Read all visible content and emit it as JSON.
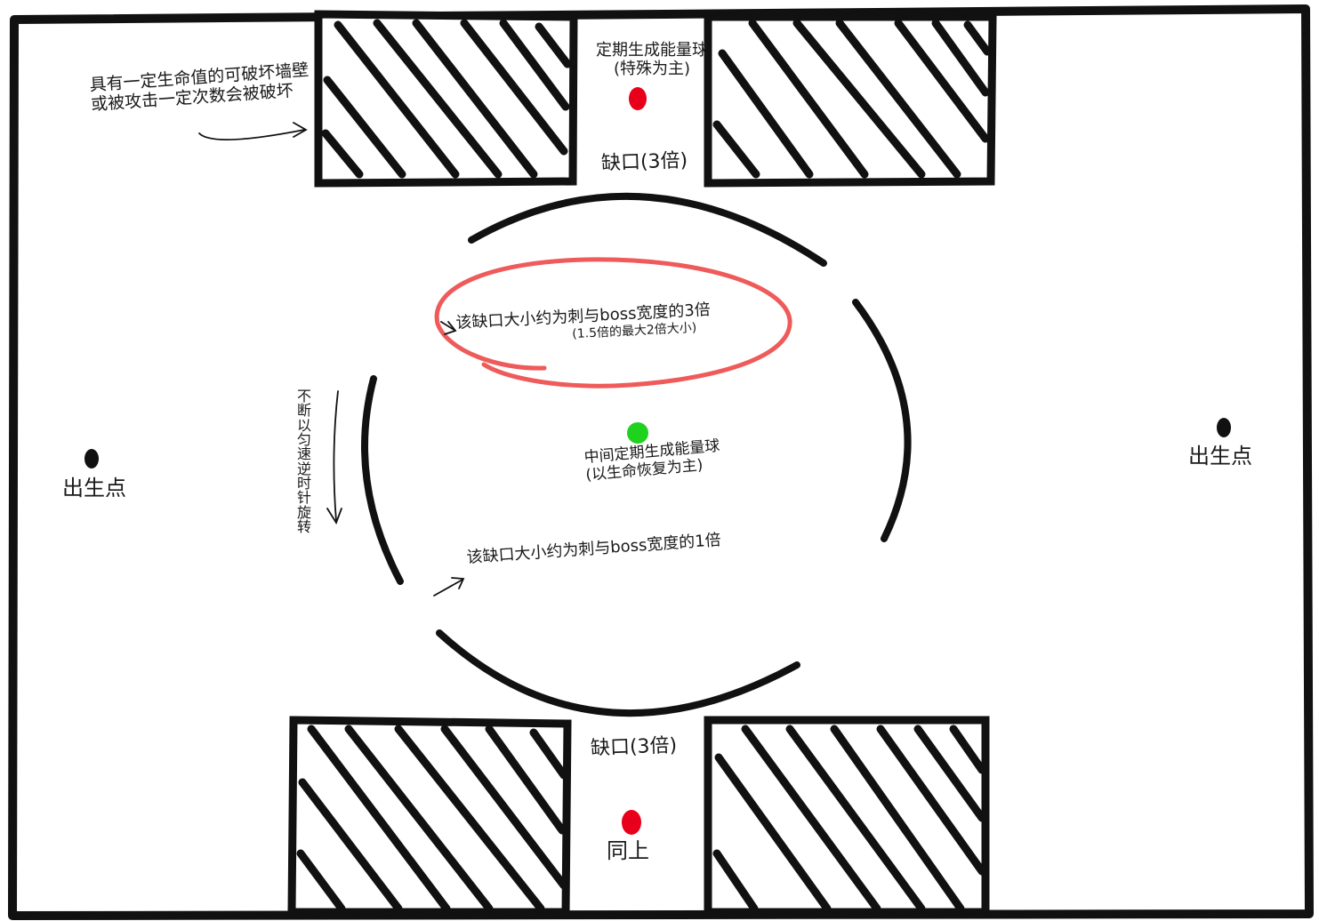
{
  "labels": {
    "wall_note_line1": "具有一定生命值的可破坏墙壁",
    "wall_note_line2": "或被攻击一定次数会被破坏",
    "top_orb_line1": "定期生成能量球",
    "top_orb_line2": "(特殊为主)",
    "gap_top": "缺口(3倍)",
    "gap_bottom": "缺口(3倍)",
    "gap3_note_line1": "该缺口大小约为刺与boss宽度的3倍",
    "gap3_note_line2": "(1.5倍的最大2倍大小)",
    "center_orb_line1": "中间定期生成能量球",
    "center_orb_line2": "(以生命恢复为主)",
    "gap1_note": "该缺口大小约为刺与boss宽度的1倍",
    "rotation_note": "不断以匀速逆时针旋转",
    "spawn_left": "出生点",
    "spawn_right": "出生点",
    "same_as_above": "同上"
  },
  "colors": {
    "ink": "#111111",
    "orb_red": "#e8001a",
    "orb_green": "#1ed21e",
    "highlight": "#ef5a5a"
  }
}
